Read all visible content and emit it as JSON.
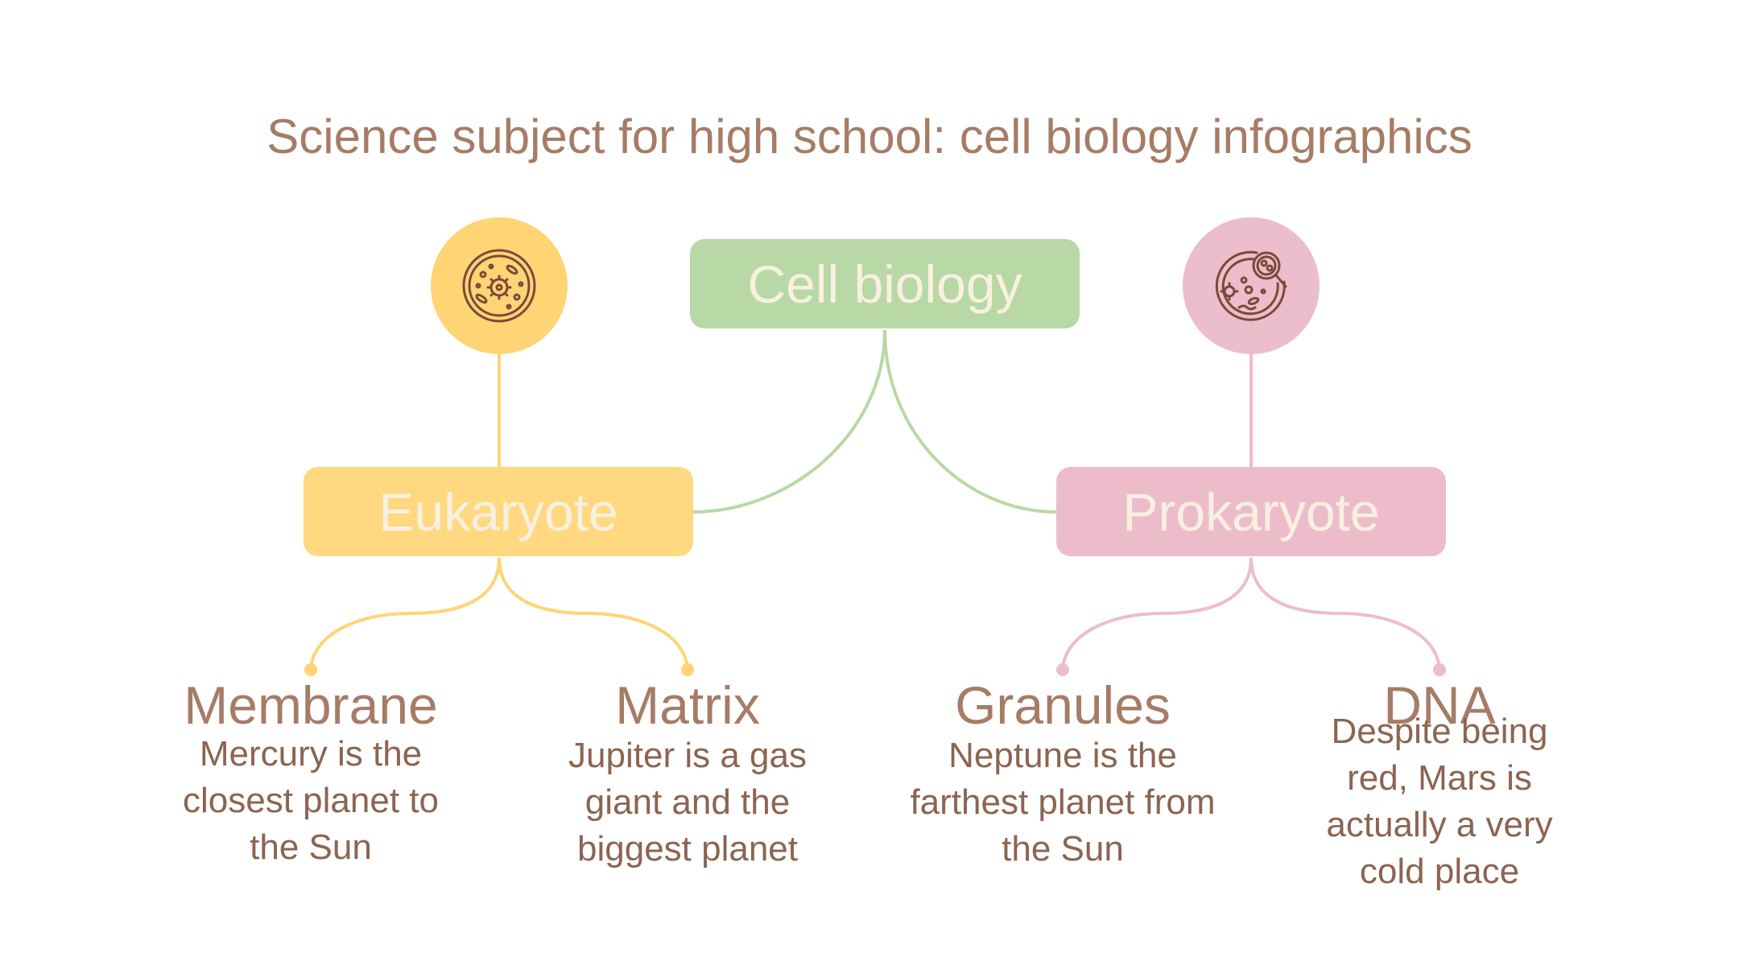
{
  "title": "Science subject for high school: cell biology infographics",
  "root": {
    "label": "Cell biology"
  },
  "branches": [
    {
      "label": "Eukaryote",
      "icon": "eukaryote-cell-icon",
      "color": "#ffd474",
      "children": [
        {
          "title": "Membrane",
          "desc": "Mercury is the closest planet to the Sun"
        },
        {
          "title": "Matrix",
          "desc": "Jupiter is a gas giant and the biggest planet"
        }
      ]
    },
    {
      "label": "Prokaryote",
      "icon": "prokaryote-cell-magnifier-icon",
      "color": "#ecbdca",
      "children": [
        {
          "title": "Granules",
          "desc": "Neptune is the farthest planet from the Sun"
        },
        {
          "title": "DNA",
          "desc": "Despite being red, Mars is actually a very cold place"
        }
      ]
    }
  ],
  "colors": {
    "root": "#b8d8a5",
    "eukaryote": "#ffd880",
    "prokaryote": "#edbcca",
    "text": "#a67c66",
    "box_text": "#f8f0e0"
  }
}
